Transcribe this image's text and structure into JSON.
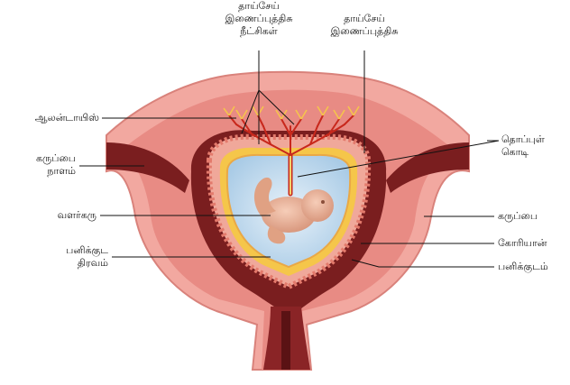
{
  "labels": {
    "placenta_villi": [
      "தாய்சேய்",
      "இணைப்புத்திசு",
      "நீட்சிகள்"
    ],
    "placenta": [
      "தாய்சேய்",
      "இணைப்புத்திசு"
    ],
    "allantois": "ஆலன்டாயிஸ்",
    "oviduct": [
      "கருப்பை",
      "நாளம்"
    ],
    "fetus": "வளர்கரு",
    "amniotic_fluid": [
      "பனிக்குட",
      "திரவம்"
    ],
    "umbilical_cord": [
      "தொப்புள்",
      "கொடி"
    ],
    "uterus": "கருப்பை",
    "chorion": "கோரியான்",
    "amnion": "பனிக்குடம்"
  },
  "colors": {
    "uterus_outer": "#f2a8a0",
    "uterus_wall": "#e88b84",
    "uterus_inner": "#7a1e1f",
    "chorion": "#f5c64a",
    "amniotic_fluid": "#cfe3f3",
    "fetus": "#e9b49b",
    "vessels": "#c8281c"
  }
}
